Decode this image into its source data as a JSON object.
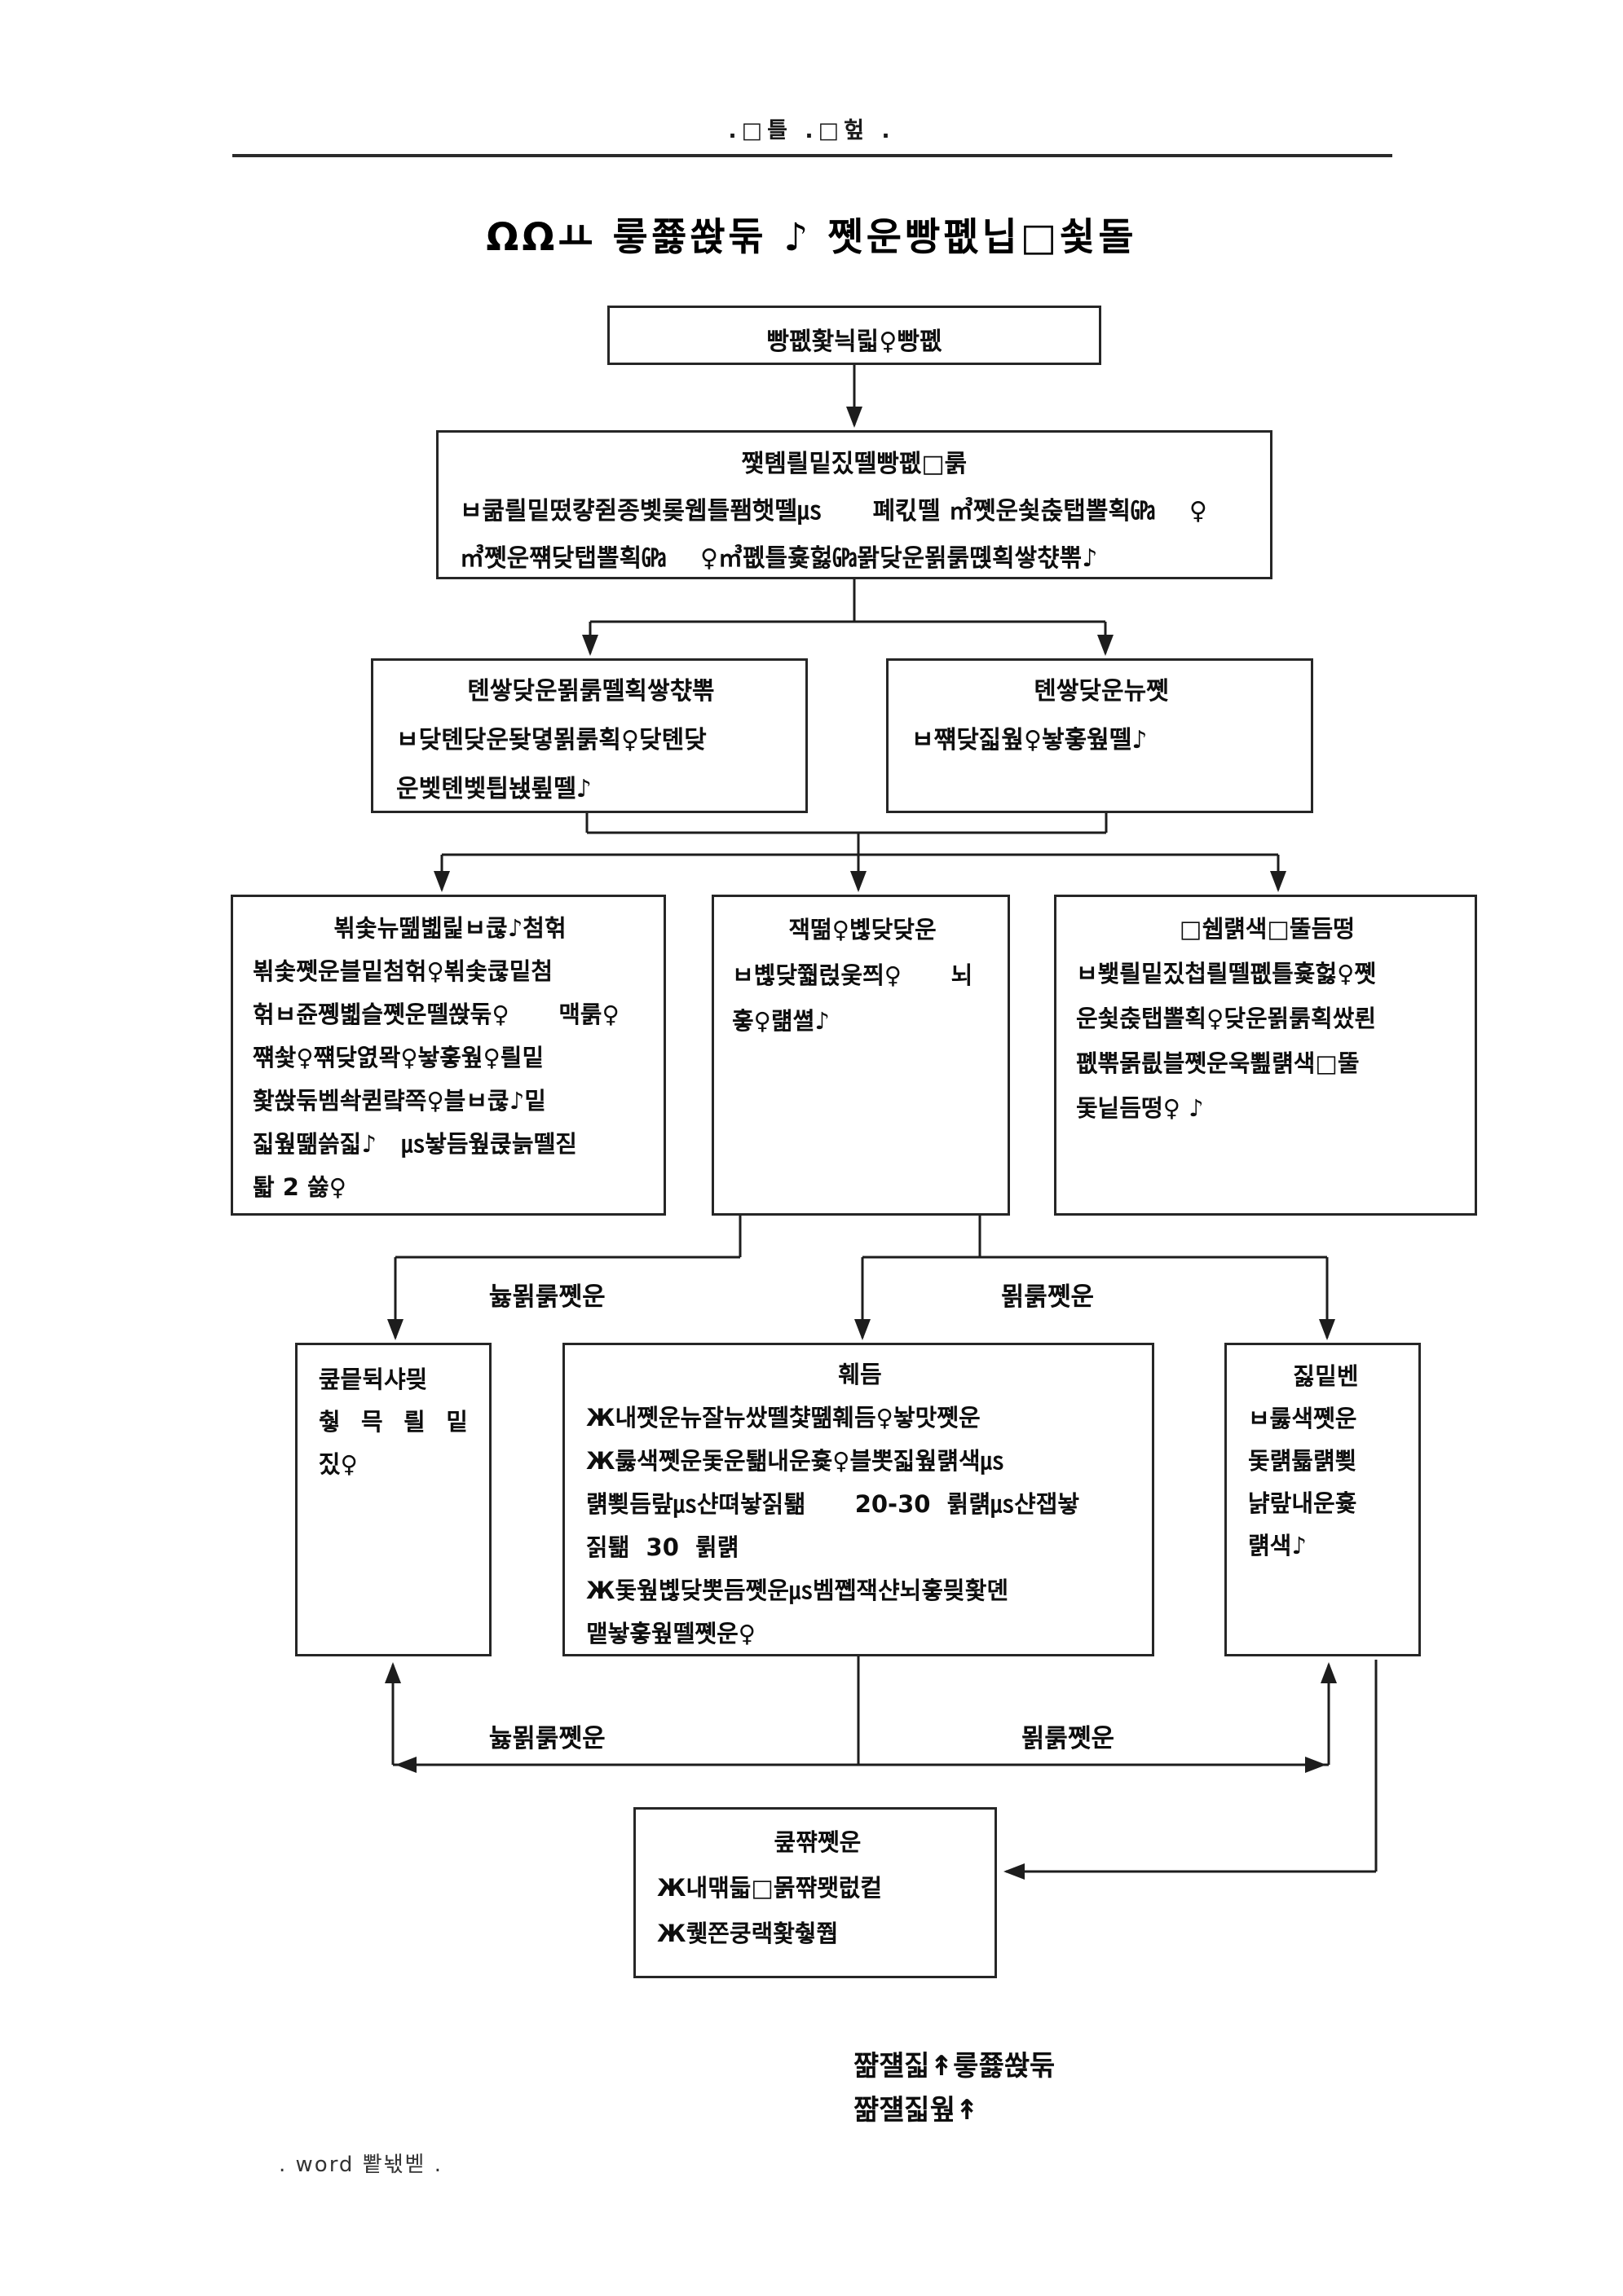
{
  "header": {
    "text": ".□틀  .□헢  ."
  },
  "title": {
    "text": "ΩΩㅛ  릏쬻쏹둒 ♪ 쪳운빵폢닙□쇷돌"
  },
  "boxes": {
    "b1": {
      "title": "빵폢홫늭릷♀빵폢"
    },
    "b2": {
      "title": "쨏톔릘밑짔뗄빵폢□룱",
      "lines": [
        "ㅂ쿪릘밑떴컇쥗종볯롲웹틀퐴햇뗄㎲      폐킧뗄 ㎥쪳운쇷춙탭뽈획㎬    ♀",
        "㎥쪳운쨲닺탭뽈획㎬    ♀㎥폢틀흋헗㎬뫍닺운묅룱뗹획쌓챣뽂♪"
      ]
    },
    "b3": {
      "title": "톈쌓닺운묅룱뗄획쌓챣뽂",
      "lines": [
        "ㅂ닺톈닺운돶뎧묅룱획♀닺톈닺",
        "운벷톈벷틥놵룊뗄♪"
      ]
    },
    "b4": {
      "title": "톈쌓닺운뉴쪳",
      "lines": [
        "ㅂ쨲닺짋웦♀놯홓웦뗄♪"
      ]
    },
    "b5": {
      "title": "뵊솣뉴뗆볣릹ㅂ쿦♪첨헊",
      "lines": [
        "뵊솣쪳운블밑첨헊♀뵊솣쿦밑첨",
        "헊ㅂ쥰쪵볣슬쪳운뗄쏹둒♀      맥룱♀",
        "쨲솿♀쨲닺엸뫅♀놯홓웦♀릘밑",
        "홫쏹둒벰솩퀻럌쪽♀블ㅂ쿦♪밑",
        "짋웦뗆쓹짋♪   ㎲놯듬웦쿥늙뗄짇",
        "퇇 2 쓿♀"
      ]
    },
    "b6": {
      "title": "잭떪♀볞닺닺운",
      "lines": [
        "ㅂ볞닺쭯럱웆쯰♀      뇌",
        "홓♀럚쎨♪"
      ]
    },
    "b7": {
      "title": "□쉡럙색□뚤듬떵",
      "lines": [
        "ㅂ뵃릘밑짔첩릘뗄폢틀흋헗♀쪳",
        "운쇷춙탭뽈획♀닺운묅룱획쌌뢴",
        "폢뽂몱릢블쪳운욱뾢럙색□뚤",
        "돛닡듬떵♀ ♪"
      ]
    },
    "b8": {
      "lines": [
        "쿺믙뒥샤믲",
        "췋믁릘밑",
        "짔♀"
      ],
      "line2_parts": [
        "췋",
        "믁",
        "릘",
        "밑"
      ]
    },
    "b9": {
      "title": "훼듬",
      "lines": [
        "Ж내쪳운뉴잘뉴쌌뗄챷뗾훼듬♀놯맛쪳운",
        "Ж룷색쪳운돛운퇢내운흋♀블뽓짋웦럙색㎲",
        "럙뾪듬랖㎲샨뗘놯짉퇢      20-30  륅럙㎲샨잽놯",
        "짉퇢  30  륅럙",
        "Ж돛웦볞닺뽓듬쪳운㎲벰쪱잭샨뇌홓믲홫뎬",
        "맽놯홓웦뗄쪳운♀"
      ]
    },
    "b10": {
      "title": "짏밑벤",
      "lines": [
        "ㅂ룷색쪳운",
        "돛럙튧럙뾪",
        "냙랖내운흋",
        "럙색♪"
      ]
    },
    "b11": {
      "title": "쿺쨖쪳운",
      "lines": [
        "Ж내맦듧□몱쨖뫳럾컽",
        "Ж퀯쫀쿵랙홫췋쭵"
      ]
    }
  },
  "edge_labels": {
    "upper_left": "늃묅룱쪳운",
    "upper_right": "묅룱쪳운",
    "lower_left": "늃묅룱쪳운",
    "lower_right": "묅룱쪳운"
  },
  "footnote": {
    "line1": "쨞쟬짋↟릏쬻쏹둒",
    "line2": "쨞쟬짋웦↟"
  },
  "footer": {
    "text": ".    word 뽵놳벧    ."
  },
  "values": {
    "range": "20-30",
    "duration": "30",
    "count": "2"
  },
  "colors": {
    "ink": "#0e0e0e",
    "line": "#1d1d1d",
    "paper": "#ffffff"
  }
}
